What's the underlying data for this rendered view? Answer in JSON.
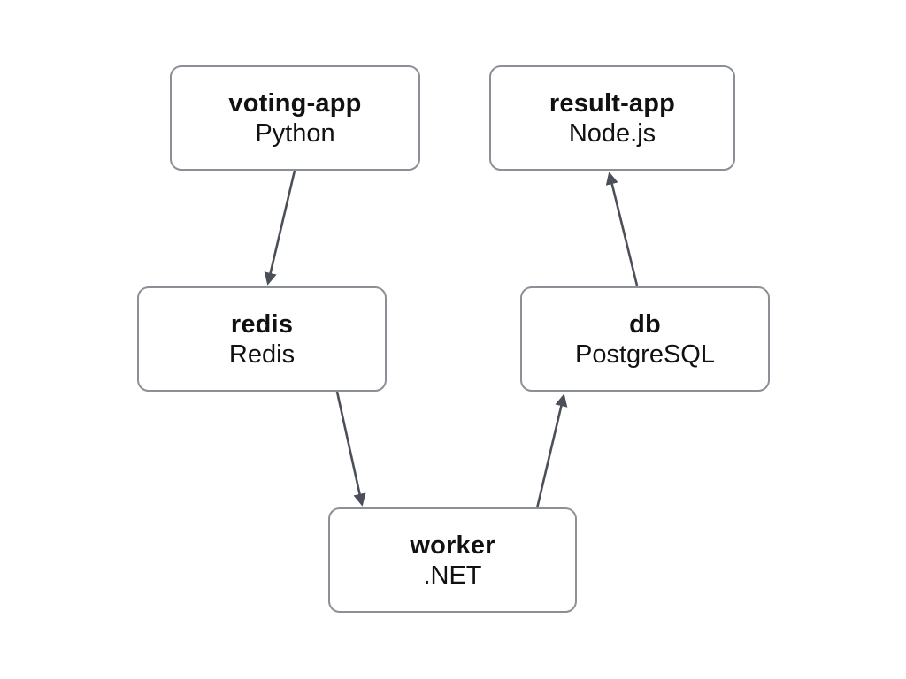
{
  "diagram": {
    "background_color": "#ffffff",
    "node_border_color": "#8b9097",
    "node_text_color": "#111111",
    "arrow_color": "#4a4f58",
    "nodes": [
      {
        "id": "voting-app",
        "title": "voting-app",
        "subtitle": "Python"
      },
      {
        "id": "result-app",
        "title": "result-app",
        "subtitle": "Node.js"
      },
      {
        "id": "redis",
        "title": "redis",
        "subtitle": "Redis"
      },
      {
        "id": "db",
        "title": "db",
        "subtitle": "PostgreSQL"
      },
      {
        "id": "worker",
        "title": "worker",
        "subtitle": ".NET"
      }
    ],
    "edges": [
      {
        "from": "voting-app",
        "to": "redis"
      },
      {
        "from": "redis",
        "to": "worker"
      },
      {
        "from": "worker",
        "to": "db"
      },
      {
        "from": "db",
        "to": "result-app"
      }
    ]
  }
}
